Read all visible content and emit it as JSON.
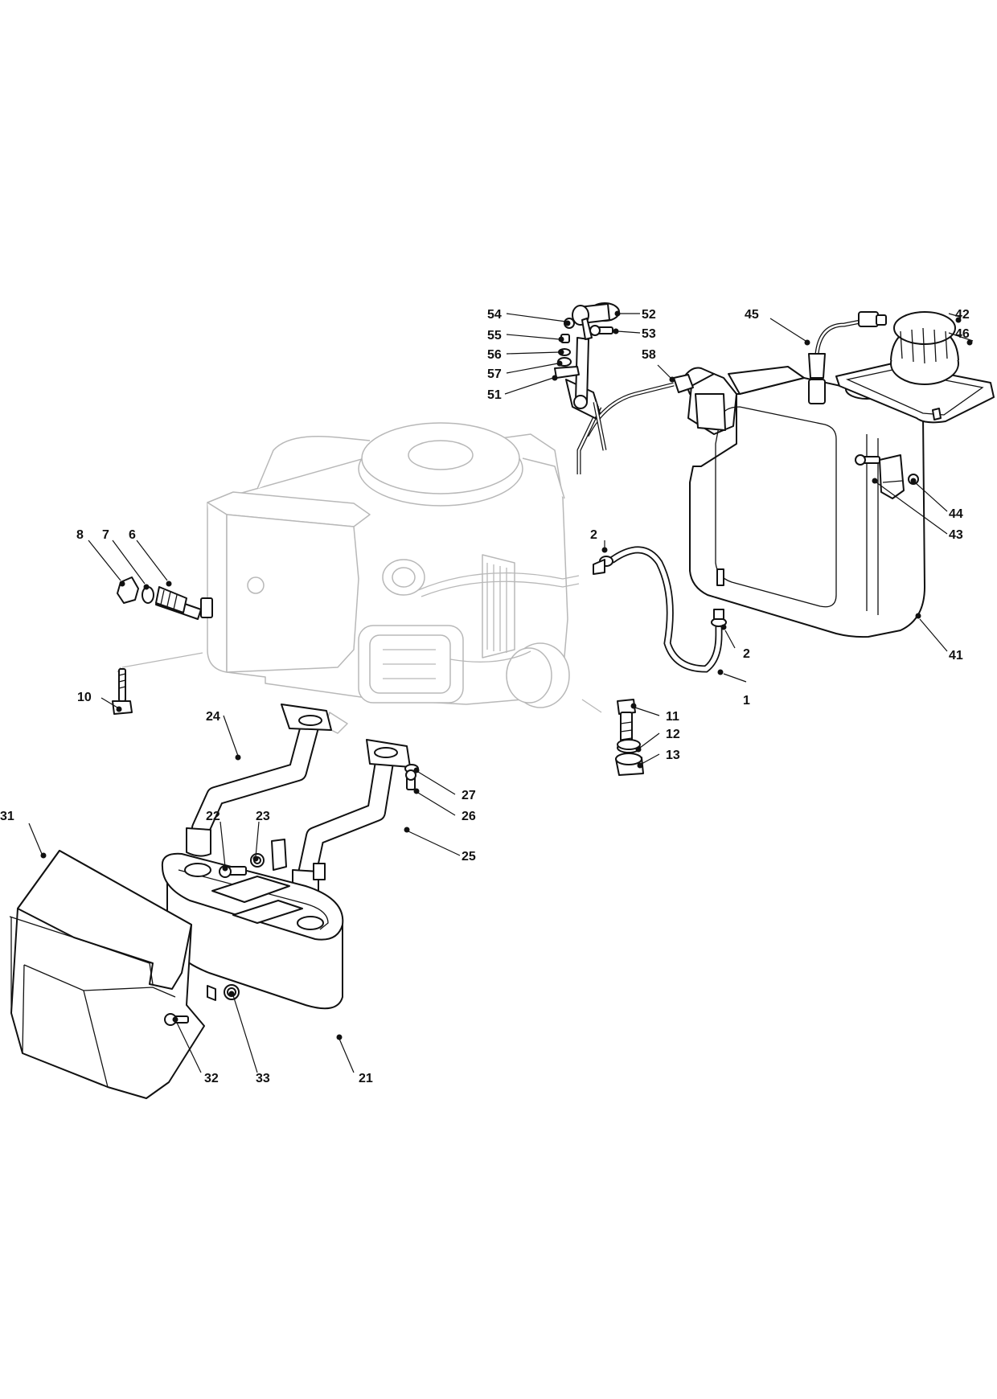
{
  "callouts": [
    {
      "id": "c1",
      "label": "1"
    },
    {
      "id": "c2a",
      "label": "2"
    },
    {
      "id": "c2b",
      "label": "2"
    },
    {
      "id": "c6",
      "label": "6"
    },
    {
      "id": "c7",
      "label": "7"
    },
    {
      "id": "c8",
      "label": "8"
    },
    {
      "id": "c10",
      "label": "10"
    },
    {
      "id": "c11",
      "label": "11"
    },
    {
      "id": "c12",
      "label": "12"
    },
    {
      "id": "c13",
      "label": "13"
    },
    {
      "id": "c21",
      "label": "21"
    },
    {
      "id": "c22",
      "label": "22"
    },
    {
      "id": "c23",
      "label": "23"
    },
    {
      "id": "c24",
      "label": "24"
    },
    {
      "id": "c25",
      "label": "25"
    },
    {
      "id": "c26",
      "label": "26"
    },
    {
      "id": "c27",
      "label": "27"
    },
    {
      "id": "c31",
      "label": "31"
    },
    {
      "id": "c32",
      "label": "32"
    },
    {
      "id": "c33",
      "label": "33"
    },
    {
      "id": "c41",
      "label": "41"
    },
    {
      "id": "c42",
      "label": "42"
    },
    {
      "id": "c43",
      "label": "43"
    },
    {
      "id": "c44",
      "label": "44"
    },
    {
      "id": "c45",
      "label": "45"
    },
    {
      "id": "c46",
      "label": "46"
    },
    {
      "id": "c51",
      "label": "51"
    },
    {
      "id": "c52",
      "label": "52"
    },
    {
      "id": "c53",
      "label": "53"
    },
    {
      "id": "c54",
      "label": "54"
    },
    {
      "id": "c55",
      "label": "55"
    },
    {
      "id": "c56",
      "label": "56"
    },
    {
      "id": "c57",
      "label": "57"
    },
    {
      "id": "c58",
      "label": "58"
    }
  ],
  "colors": {
    "ink": "#111111",
    "ghost": "#b8b8b8",
    "background": "#ffffff"
  }
}
